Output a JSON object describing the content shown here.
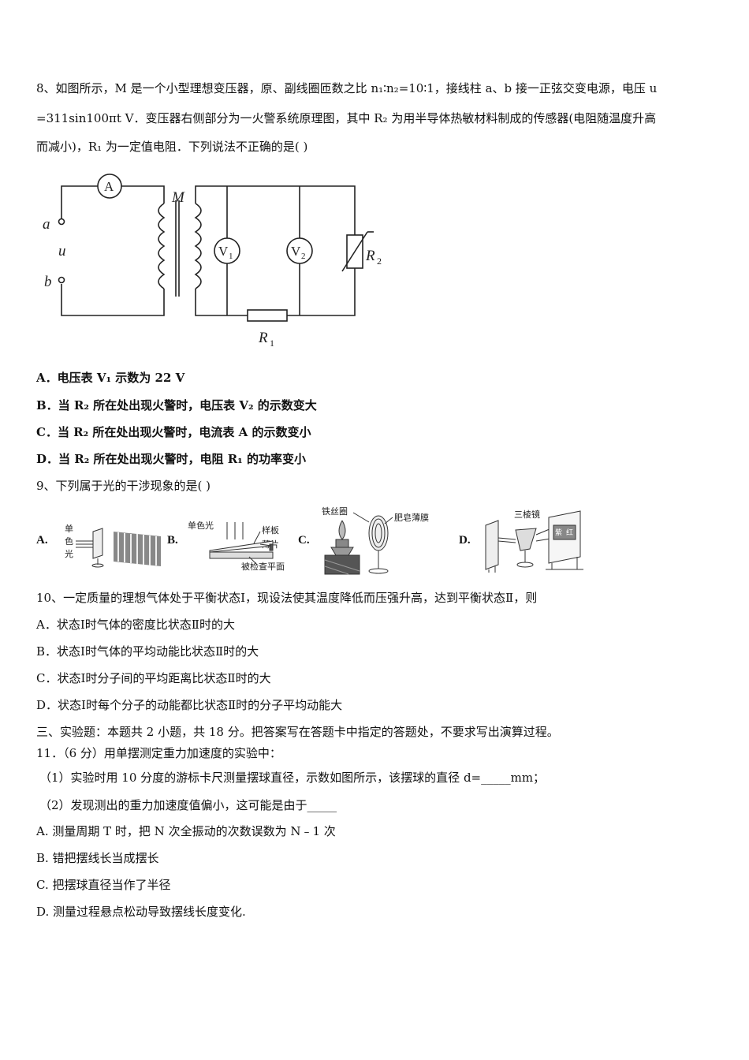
{
  "q8": {
    "line1": "8、如图所示，M 是一个小型理想变压器，原、副线圈匝数之比 n₁∶n₂=10∶1，接线柱 a、b 接一正弦交变电源，电压 u",
    "line2": "=311sin100πt V．变压器右侧部分为一火警系统原理图，其中 R₂ 为用半导体热敏材料制成的传感器(电阻随温度升高",
    "line3": "而减小)，R₁ 为一定值电阻．下列说法不正确的是(     )",
    "circuit": {
      "terminal_a": "a",
      "terminal_b": "b",
      "source_label": "u",
      "transformer": "M",
      "ammeter": "A",
      "voltmeter1": "V",
      "voltmeter1_sub": "1",
      "voltmeter2": "V",
      "voltmeter2_sub": "2",
      "r1": "R",
      "r1_sub": "1",
      "r2": "R",
      "r2_sub": "2"
    },
    "options": [
      "A．电压表 V₁ 示数为 22 V",
      "B．当 R₂ 所在处出现火警时，电压表 V₂ 的示数变大",
      "C．当 R₂ 所在处出现火警时，电流表 A 的示数变小",
      "D．当 R₂ 所在处出现火警时，电阻 R₁ 的功率变小"
    ]
  },
  "q9": {
    "stem": "9、下列属于光的干涉现象的是(        )",
    "labels": [
      "A.",
      "B.",
      "C.",
      "D."
    ],
    "figA": {
      "text1": "单",
      "text2": "色",
      "text3": "光"
    },
    "figB": {
      "light": "单色光",
      "plate": "样板",
      "sheet": "薄片",
      "surface": "被检查平面"
    },
    "figC": {
      "ring": "铁丝圈",
      "film": "肥皂薄膜"
    },
    "figD": {
      "prism": "三棱镜",
      "violet": "紫",
      "red": "红"
    }
  },
  "q10": {
    "stem": "10、一定质量的理想气体处于平衡状态Ⅰ，现设法使其温度降低而压强升高，达到平衡状态Ⅱ，则",
    "options": [
      "A．状态Ⅰ时气体的密度比状态Ⅱ时的大",
      "B．状态Ⅰ时气体的平均动能比状态Ⅱ时的大",
      "C．状态Ⅰ时分子间的平均距离比状态Ⅱ时的大",
      "D．状态Ⅰ时每个分子的动能都比状态Ⅱ时的分子平均动能大"
    ]
  },
  "section3": "三、实验题：本题共 2 小题，共 18 分。把答案写在答题卡中指定的答题处，不要求写出演算过程。",
  "q11": {
    "stem": "11．（6 分）用单摆测定重力加速度的实验中：",
    "p1": "（1）实验时用 10 分度的游标卡尺测量摆球直径，示数如图所示，该摆球的直径 d=_____mm；",
    "p2": "（2）发现测出的重力加速度值偏小，这可能是由于_____",
    "options": [
      "A. 测量周期 T 时，把 N 次全振动的次数误数为 N﹣1 次",
      "B. 错把摆线长当成摆长",
      "C. 把摆球直径当作了半径",
      "D. 测量过程悬点松动导致摆线长度变化."
    ]
  }
}
